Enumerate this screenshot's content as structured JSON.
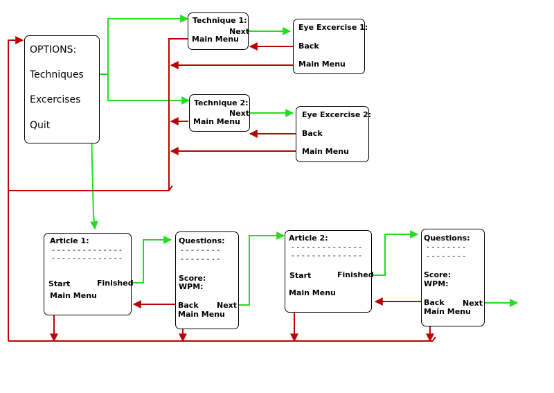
{
  "colors": {
    "forward": "#22dd22",
    "back": "#bb0000"
  },
  "options": {
    "title": "OPTIONS:",
    "techniques": "Techniques",
    "excercises": "Excercises",
    "quit": "Quit"
  },
  "technique1": {
    "title": "Technique 1:",
    "next": "Next",
    "main_menu": "Main Menu"
  },
  "technique2": {
    "title": "Technique 2:",
    "next": "Next",
    "main_menu": "Main Menu"
  },
  "eye1": {
    "title": "Eye Excercise 1:",
    "back": "Back",
    "main_menu": "Main Menu"
  },
  "eye2": {
    "title": "Eye Excercise 2:",
    "back": "Back",
    "main_menu": "Main Menu"
  },
  "article1": {
    "title": "Article 1:",
    "dashes": "- - - - - - - - - - - - - -",
    "start": "Start",
    "finished": "Finished",
    "main_menu": "Main Menu"
  },
  "questions1": {
    "title": "Questions:",
    "dashes": "- - - - - - - -",
    "score": "Score:",
    "wpm": "WPM:",
    "back": "Back",
    "next": "Next",
    "main_menu": "Main Menu"
  },
  "article2": {
    "title": "Article 2:",
    "dashes": "- - - - - - - - - - - - - -",
    "start": "Start",
    "finished": "Finished",
    "main_menu": "Main Menu"
  },
  "questions2": {
    "title": "Questions:",
    "dashes": "- - - - - - - -",
    "score": "Score:",
    "wpm": "WPM:",
    "back": "Back",
    "next": "Next",
    "main_menu": "Main Menu"
  }
}
